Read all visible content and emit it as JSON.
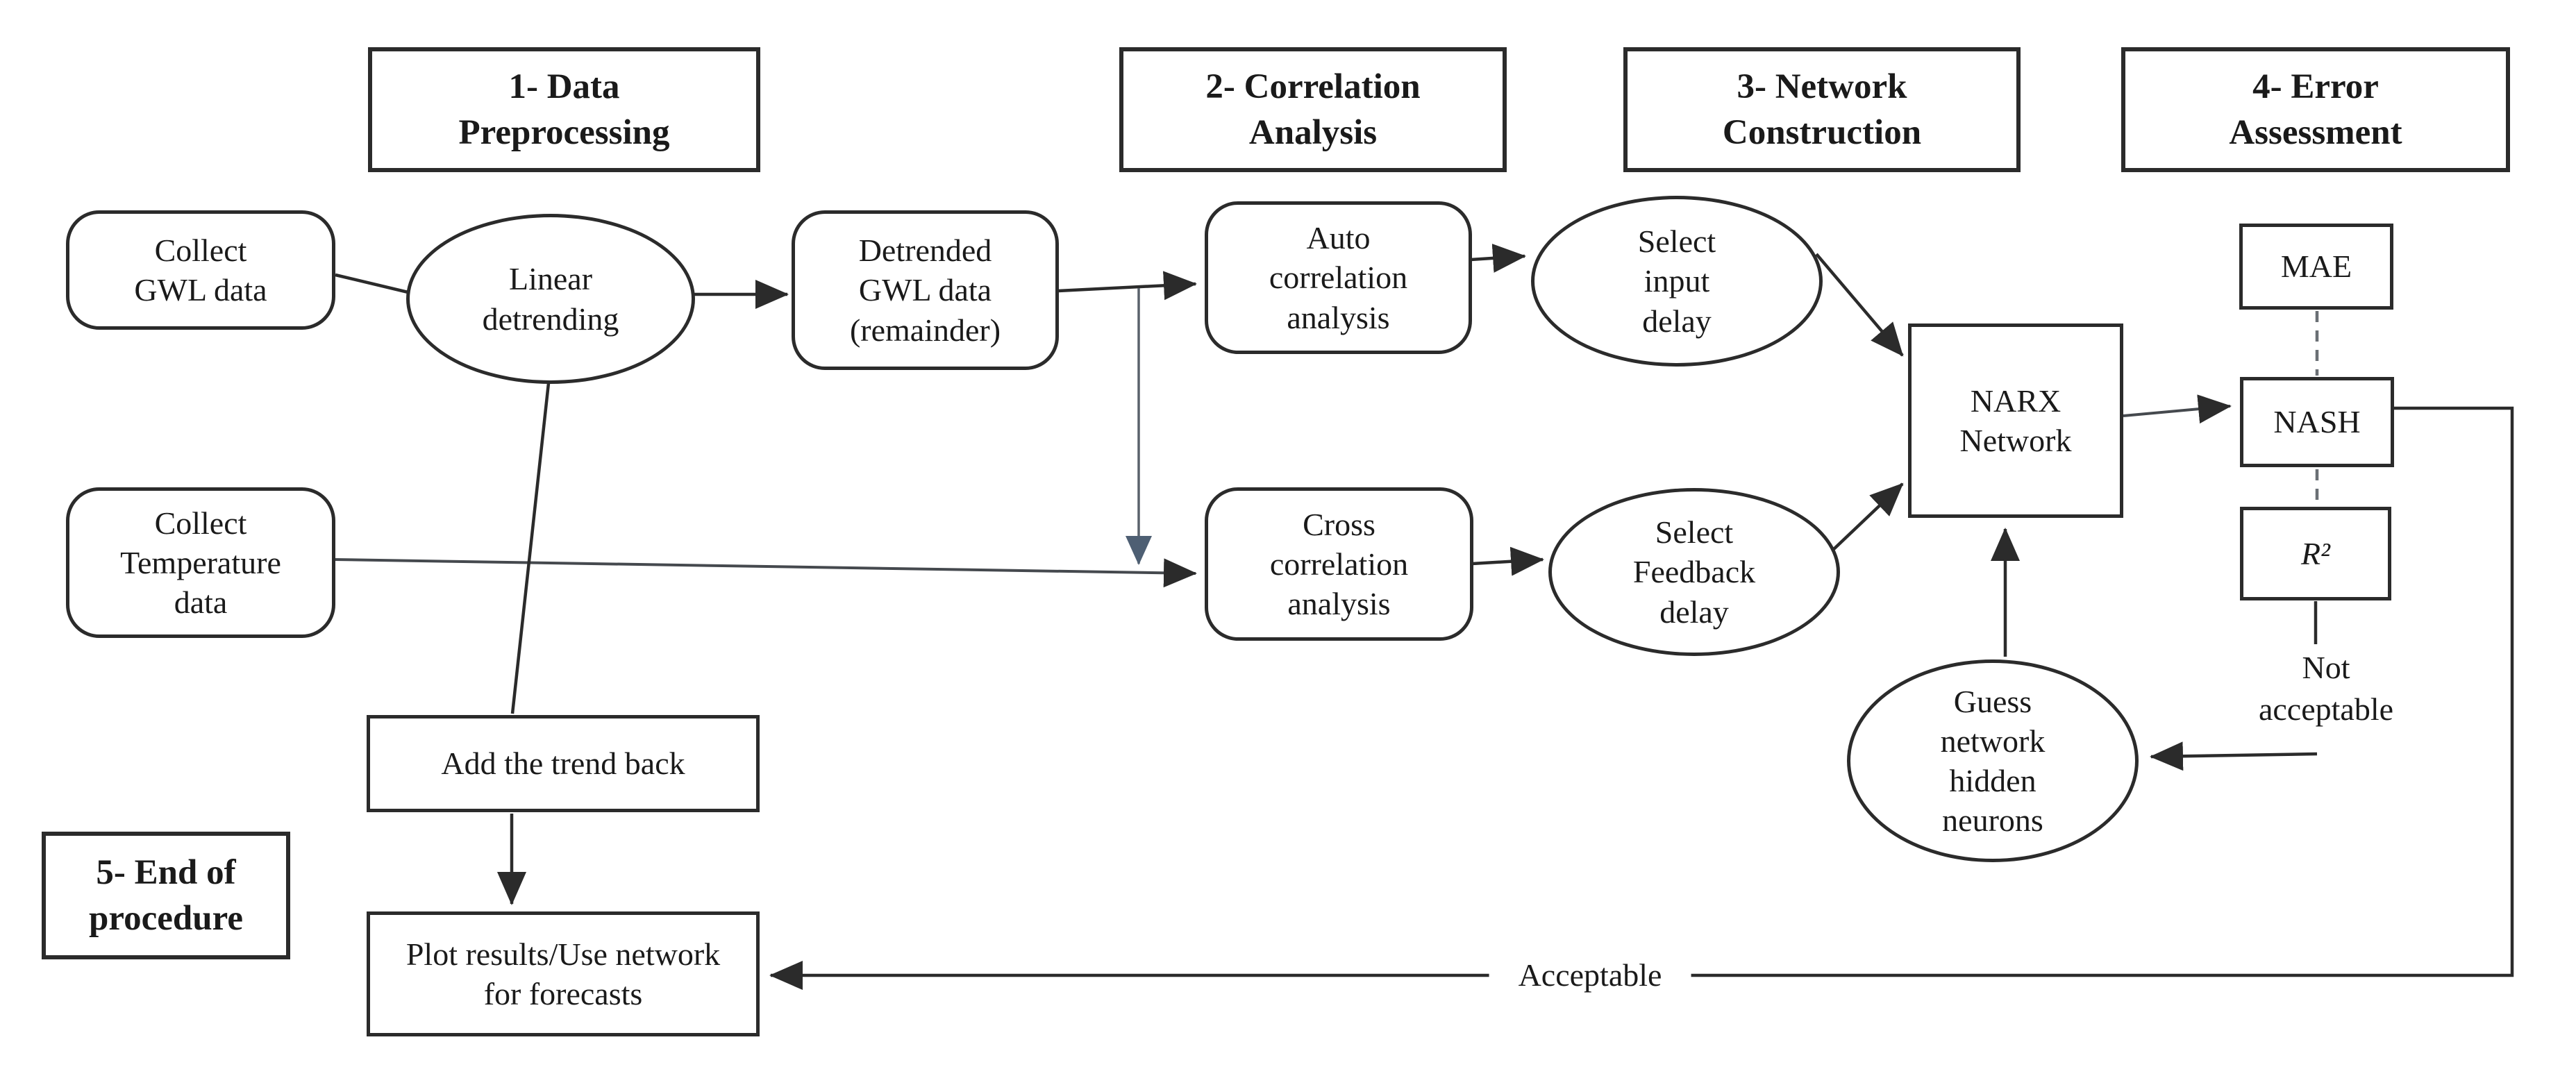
{
  "colors": {
    "background": "#ffffff",
    "line": "#2b2b2b",
    "muted_line": "#5a626b",
    "junction_arrow": "#4e5f73",
    "text": "#1a1a1a"
  },
  "stages": {
    "s1": {
      "label": "1- Data Preprocessing"
    },
    "s2": {
      "label": "2- Correlation Analysis"
    },
    "s3": {
      "label": "3- Network Construction"
    },
    "s4": {
      "label": "4- Error Assessment"
    },
    "s5": {
      "label": "5- End of procedure"
    }
  },
  "nodes": {
    "collect_gwl": {
      "label": "Collect GWL data",
      "shape": "rounded-rect"
    },
    "linear_detrending": {
      "label": "Linear detrending",
      "shape": "ellipse"
    },
    "detrended_gwl": {
      "label": "Detrended GWL data (remainder)",
      "shape": "rounded-rect"
    },
    "collect_temperature": {
      "label": "Collect Temperature data",
      "shape": "rounded-rect"
    },
    "auto_correlation": {
      "label": "Auto correlation analysis",
      "shape": "rounded-rect"
    },
    "cross_correlation": {
      "label": "Cross correlation analysis",
      "shape": "rounded-rect"
    },
    "select_input_delay": {
      "label": "Select input delay",
      "shape": "ellipse"
    },
    "select_feedback_delay": {
      "label": "Select Feedback delay",
      "shape": "ellipse"
    },
    "narx_network": {
      "label": "NARX Network",
      "shape": "rect"
    },
    "mae": {
      "label": "MAE",
      "shape": "rect"
    },
    "nash": {
      "label": "NASH",
      "shape": "rect"
    },
    "r_squared": {
      "label": "R²",
      "shape": "rect"
    },
    "guess_hidden_neurons": {
      "label": "Guess network hidden neurons",
      "shape": "ellipse"
    },
    "add_trend_back": {
      "label": "Add the trend back",
      "shape": "rect"
    },
    "plot_results": {
      "label": "Plot results/Use network for forecasts",
      "shape": "rect"
    }
  },
  "edge_labels": {
    "not_acceptable": "Not acceptable",
    "acceptable": "Acceptable"
  },
  "edges": [
    {
      "from": "collect_gwl",
      "to": "linear_detrending",
      "arrow": false
    },
    {
      "from": "linear_detrending",
      "to": "detrended_gwl",
      "arrow": true
    },
    {
      "from": "detrended_gwl",
      "to": "auto_correlation",
      "arrow": true
    },
    {
      "from": "detrended_gwl",
      "to": "cross_correlation",
      "arrow": true,
      "note": "branch drops onto temperature line"
    },
    {
      "from": "collect_temperature",
      "to": "cross_correlation",
      "arrow": true
    },
    {
      "from": "auto_correlation",
      "to": "select_input_delay",
      "arrow": true
    },
    {
      "from": "cross_correlation",
      "to": "select_feedback_delay",
      "arrow": true
    },
    {
      "from": "select_input_delay",
      "to": "narx_network",
      "arrow": true
    },
    {
      "from": "select_feedback_delay",
      "to": "narx_network",
      "arrow": true
    },
    {
      "from": "guess_hidden_neurons",
      "to": "narx_network",
      "arrow": true
    },
    {
      "from": "narx_network",
      "to": "nash",
      "arrow": true
    },
    {
      "from": "nash",
      "to": "mae",
      "style": "dashed",
      "arrow": false
    },
    {
      "from": "nash",
      "to": "r_squared",
      "style": "dashed",
      "arrow": false
    },
    {
      "from": "r_squared",
      "to": "guess_hidden_neurons",
      "label": "Not acceptable",
      "arrow": true
    },
    {
      "from": "nash",
      "to": "plot_results",
      "label": "Acceptable",
      "arrow": true
    },
    {
      "from": "linear_detrending",
      "to": "add_trend_back",
      "arrow": false
    },
    {
      "from": "add_trend_back",
      "to": "plot_results",
      "arrow": true
    }
  ]
}
